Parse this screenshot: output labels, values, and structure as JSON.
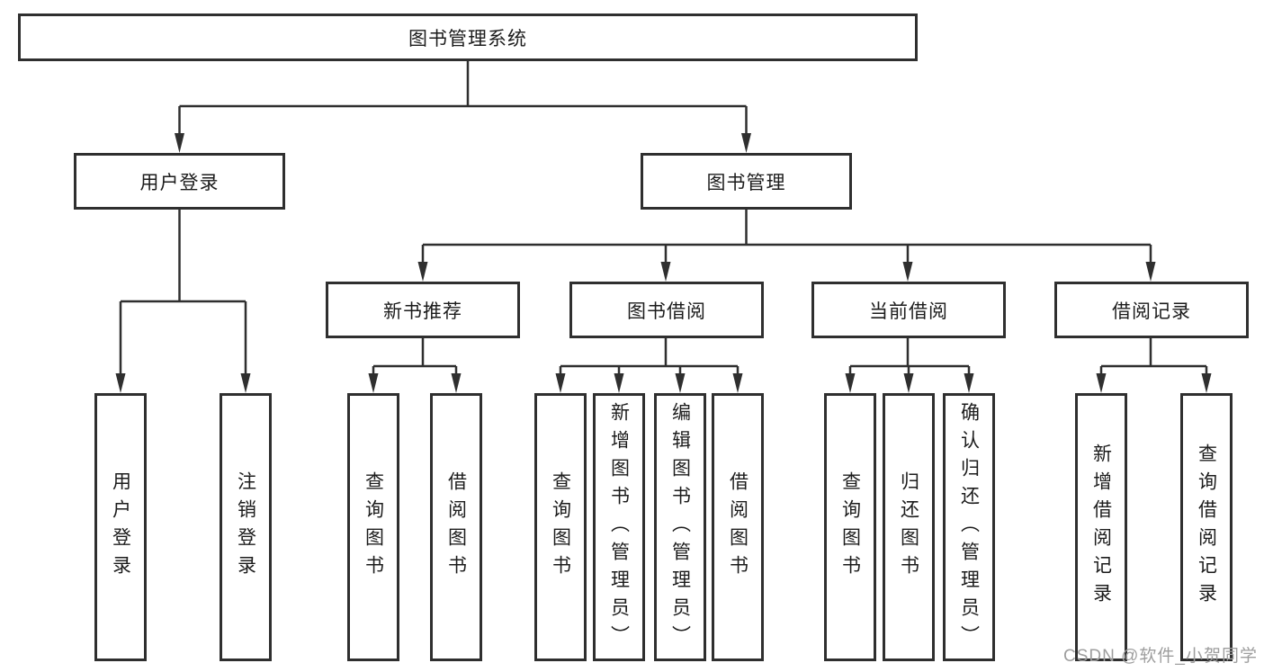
{
  "tree": {
    "root": "图书管理系统",
    "branches": [
      {
        "label": "用户登录",
        "children": [
          "用户登录",
          "注销登录"
        ]
      },
      {
        "label": "图书管理",
        "children": [
          {
            "label": "新书推荐",
            "children": [
              "查询图书",
              "借阅图书"
            ]
          },
          {
            "label": "图书借阅",
            "children": [
              "查询图书",
              "新增图书（管理员）",
              "编辑图书（管理员）",
              "借阅图书"
            ]
          },
          {
            "label": "当前借阅",
            "children": [
              "查询图书",
              "归还图书",
              "确认归还（管理员）"
            ]
          },
          {
            "label": "借阅记录",
            "children": [
              "新增借阅记录",
              "查询借阅记录"
            ]
          }
        ]
      }
    ]
  },
  "watermark": {
    "text": "CSDN @软件_小贺同学"
  },
  "colors": {
    "line": "#2f2f2f",
    "text": "#1c1c1c",
    "watermark": "#9e9e9e",
    "background": "#ffffff"
  }
}
